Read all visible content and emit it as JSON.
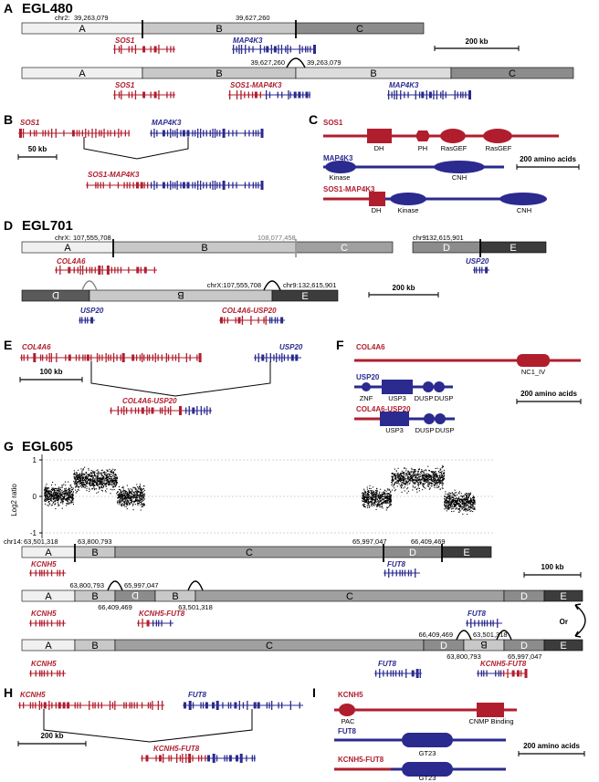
{
  "colors": {
    "red": "#b01e2e",
    "blue": "#2a2a8f",
    "seg_a": "#f0f0f0",
    "seg_b": "#c8c8c8",
    "seg_c": "#8c8c8c",
    "seg_d": "#8c8c8c",
    "seg_e": "#3c3c3c"
  },
  "panels": {
    "A": "A",
    "B": "B",
    "C": "C",
    "D": "D",
    "E": "E",
    "F": "F",
    "G": "G",
    "H": "H",
    "I": "I"
  },
  "titles": {
    "egl480": "EGL480",
    "egl701": "EGL701",
    "egl605": "EGL605"
  },
  "a": {
    "chrom": "chr2:",
    "c1": "39,263,079",
    "c2": "39,627,260",
    "sos1": "SOS1",
    "map4k3": "MAP4K3",
    "fusion": "SOS1-MAP4K3",
    "j1": "39,627,260",
    "j2": "39,263,079",
    "scale": "200 kb",
    "segs": [
      "A",
      "B",
      "C"
    ]
  },
  "b": {
    "sos1": "SOS1",
    "map4k3": "MAP4K3",
    "fusion": "SOS1-MAP4K3",
    "scale": "50 kb"
  },
  "c": {
    "sos1": "SOS1",
    "map4k3": "MAP4K3",
    "fusion": "SOS1-MAP4K3",
    "dh": "DH",
    "ph": "PH",
    "rasgef1": "RasGEF",
    "rasgef2": "RasGEF",
    "kinase": "Kinase",
    "cnh": "CNH",
    "f_dh": "DH",
    "f_kinase": "Kinase",
    "f_cnh": "CNH",
    "scale": "200 amino acids"
  },
  "d": {
    "chrx": "chrX:",
    "cx1": "107,555,708",
    "cx2": "108,077,458",
    "chr9": "chr9:",
    "c9": "132,615,901",
    "col4a6": "COL4A6",
    "usp20": "USP20",
    "fusion": "COL4A6-USP20",
    "j1": "chrX:107,555,708",
    "j2": "chr9:132,615,901",
    "scale": "200 kb",
    "segs": [
      "A",
      "B",
      "C",
      "D",
      "E"
    ],
    "dsegs": [
      "D",
      "B",
      "E"
    ]
  },
  "e": {
    "col4a6": "COL4A6",
    "usp20": "USP20",
    "fusion": "COL4A6-USP20",
    "scale": "100 kb"
  },
  "f": {
    "col4a6": "COL4A6",
    "nc1": "NC1_IV",
    "usp20": "USP20",
    "znf": "ZNF",
    "usp3": "USP3",
    "dusp1": "DUSP",
    "dusp2": "DUSP",
    "fusion": "COL4A6-USP20",
    "f_usp3": "USP3",
    "f_dusp1": "DUSP",
    "f_dusp2": "DUSP",
    "scale": "200 amino acids"
  },
  "g": {
    "ylabel": "Log2 ratio",
    "yticks": [
      "1",
      "0",
      "-1"
    ],
    "chrom": "chr14:",
    "c1": "63,501,318",
    "c2": "63,800,793",
    "c3": "65,997,047",
    "c4": "66,409,469",
    "kcnh5": "KCNH5",
    "fut8": "FUT8",
    "fusion": "KCNH5-FUT8",
    "scale": "100 kb",
    "or": "Or",
    "r2_j1": "63,800,793",
    "r2_j2": "65,997,047",
    "r2_j3": "66,409,469",
    "r2_j4": "63,501,318",
    "r3_j1": "66,409,469",
    "r3_j2": "63,501,318",
    "r3_j3": "63,800,793",
    "r3_j4": "65,997,047",
    "segs": [
      "A",
      "B",
      "C",
      "D",
      "E"
    ],
    "r2segs": [
      "A",
      "B",
      "D",
      "B",
      "C",
      "D",
      "E"
    ],
    "r3segs": [
      "A",
      "B",
      "C",
      "D",
      "B",
      "D",
      "E"
    ]
  },
  "h": {
    "kcnh5": "KCNH5",
    "fut8": "FUT8",
    "fusion": "KCNH5-FUT8",
    "scale": "200 kb"
  },
  "i": {
    "kcnh5": "KCNH5",
    "pac": "PAC",
    "cnmp": "CNMP Binding",
    "fut8": "FUT8",
    "gt23": "GT23",
    "fusion": "KCNH5-FUT8",
    "f_gt23": "GT23",
    "scale": "200 amino acids"
  }
}
